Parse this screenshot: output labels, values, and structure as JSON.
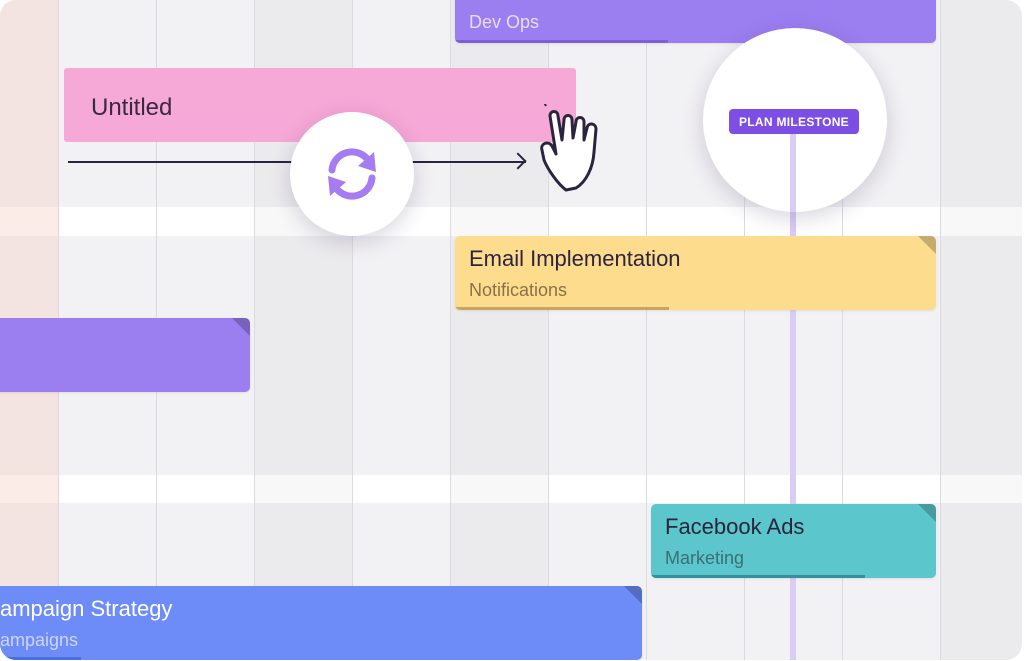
{
  "timeline": {
    "tasks": [
      {
        "title": "",
        "subtitle": "Dev Ops",
        "color": "#9b7ef0",
        "progress": 0.44
      },
      {
        "title": "Untitled",
        "subtitle": "",
        "color": "#f6a8d7"
      },
      {
        "title": "Email Implementation",
        "subtitle": "Notifications",
        "color": "#fedc8e",
        "progress": 0.44
      },
      {
        "title": "",
        "subtitle": "",
        "color": "#9b7ef0"
      },
      {
        "title": "Facebook Ads",
        "subtitle": "Marketing",
        "color": "#5bc6cb",
        "progress": 0.75
      },
      {
        "title": "ampaign Strategy",
        "subtitle": "ampaigns",
        "color": "#6d8cf7",
        "progress": 0.14
      }
    ],
    "milestone": {
      "label": "PLAN MILESTONE",
      "color": "#7c4ee4"
    }
  },
  "icons": {
    "sync": "sync-icon",
    "cursor": "hand-pointer-icon",
    "arrow": "arrow-right-icon"
  }
}
